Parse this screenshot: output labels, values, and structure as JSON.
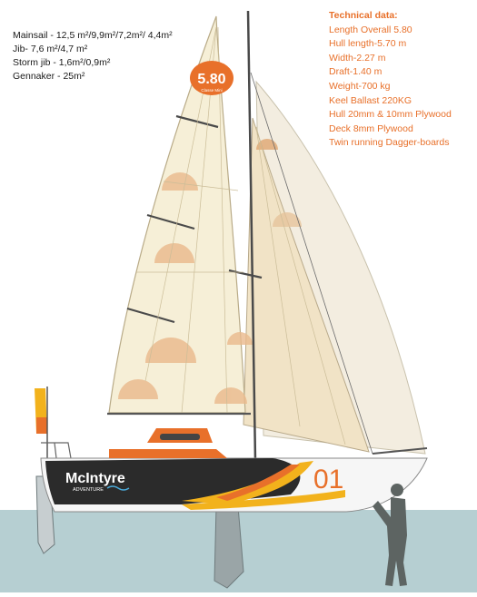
{
  "sail_areas": [
    "Mainsail - 12,5 m²/9,9m²/7,2m²/ 4,4m²",
    "Jib- 7,6 m²/4,7 m²",
    "Storm jib - 1,6m²/0,9m²",
    "Gennaker - 25m²"
  ],
  "technical": {
    "title": "Technical data:",
    "items": [
      "Length Overall 5.80",
      "Hull length-5.70 m",
      "Width-2.27 m",
      "Draft-1.40 m",
      "Weight-700 kg",
      "Keel Ballast 220KG",
      "Hull 20mm & 10mm Plywood",
      "Deck 8mm Plywood",
      "Twin running Dagger-boards"
    ]
  },
  "sail_badge": {
    "number": "5.80",
    "subtitle": "Classe Mini"
  },
  "hull": {
    "brand": "McIntyre",
    "brand_sub": "ADVENTURE",
    "sail_number": "01"
  },
  "colors": {
    "accent": "#e8702a",
    "hull_dark": "#2b2b2b",
    "hull_yellow": "#f2b21c",
    "water": "#b4cdd0",
    "sail": "#f6efd7"
  }
}
